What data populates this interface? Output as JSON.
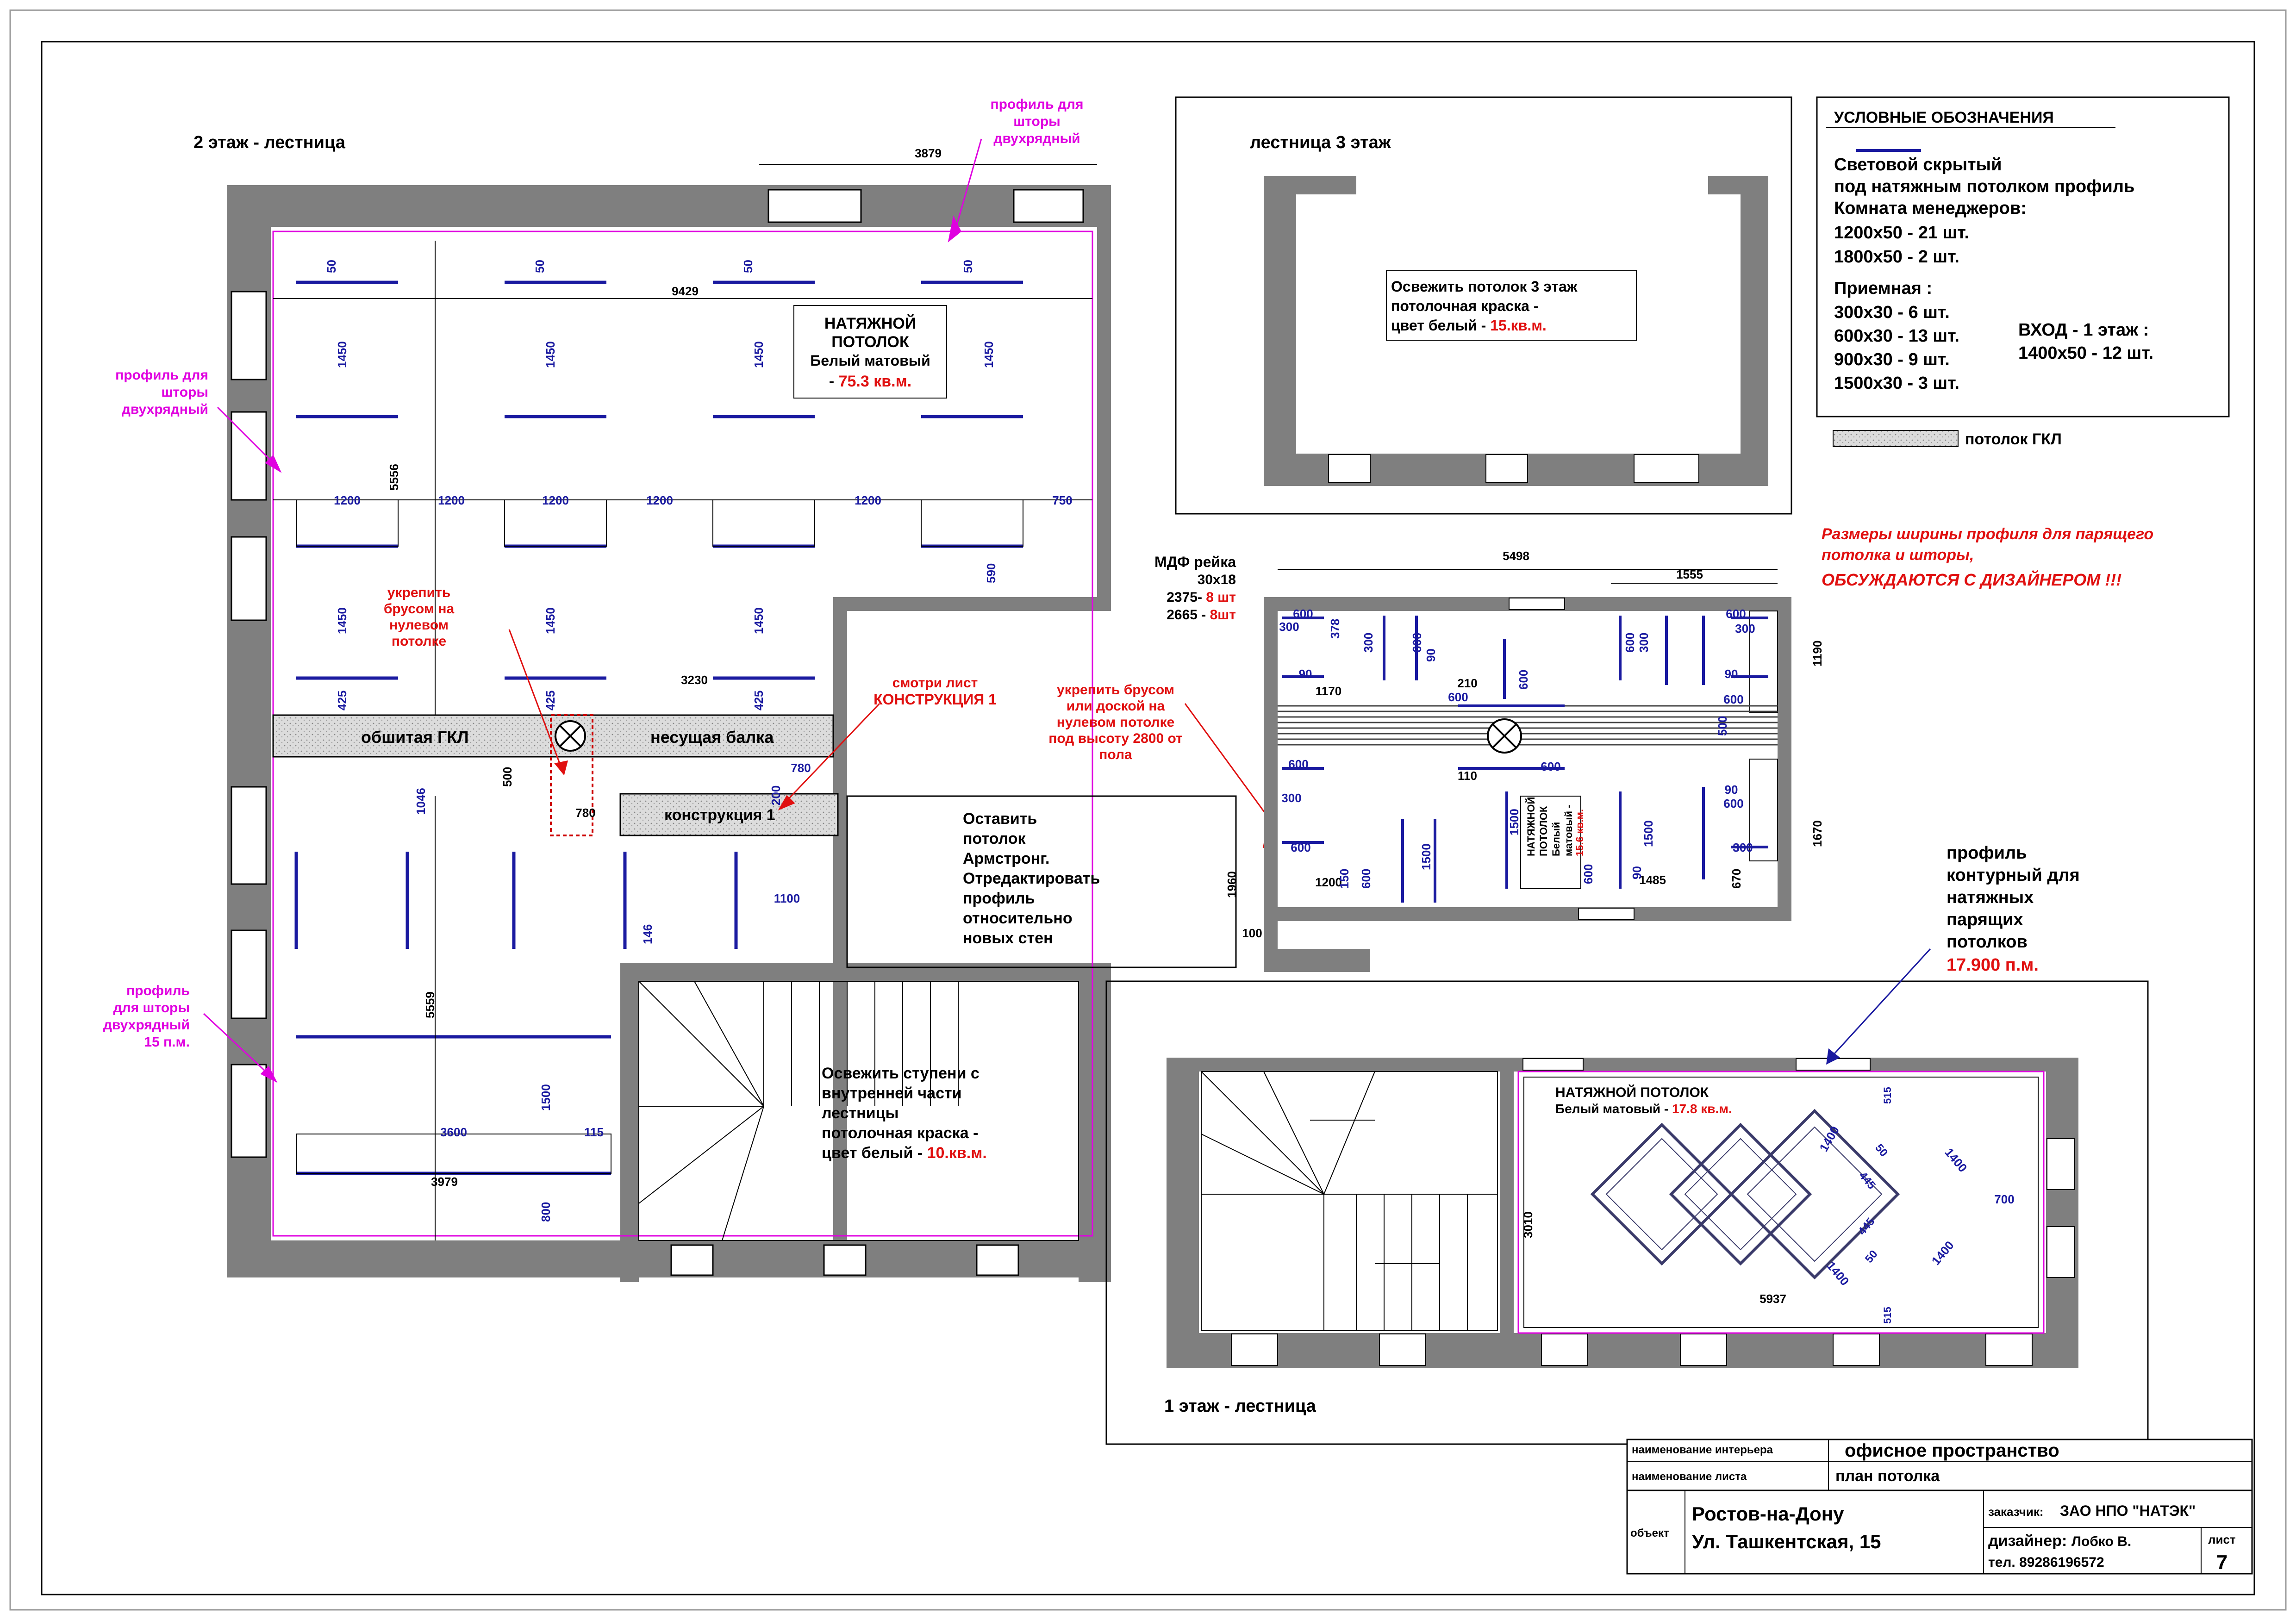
{
  "floor2": {
    "title": "2 этаж - лестница",
    "ceiling_label": [
      "НАТЯЖНОЙ",
      "ПОТОЛОК",
      "Белый матовый"
    ],
    "ceiling_area_prefix": "- ",
    "ceiling_area": "75.3 кв.м.",
    "gkl_label": "обшитая ГКЛ",
    "beam_label": "несущая балка",
    "construction_label": "конструкция 1",
    "reinforce_note": [
      "укрепить",
      "брусом на",
      "нулевом",
      "потолке"
    ],
    "see_sheet": [
      "смотри лист",
      "КОНСТРУКЦИЯ 1"
    ],
    "reinforce_note2": [
      "укрепить брусом",
      "или доской  на",
      "нулевом потолке",
      "под высоту 2800 от",
      "пола"
    ],
    "armstrong_note": [
      "Оставить",
      "потолок",
      "Армстронг.",
      "Отредактировать",
      "профиль",
      "относительно",
      "новых стен"
    ],
    "stairs_note": [
      "Освежить ступени с",
      "внутренней части",
      "лестницы",
      "потолочная краска -",
      "цвет белый - "
    ],
    "stairs_area": "10.кв.м.",
    "curtain_profile_top": [
      "профиль для",
      "шторы",
      "двухрядный"
    ],
    "curtain_profile_left": [
      "профиль для",
      "шторы",
      "двухрядный"
    ],
    "curtain_profile_bottom": [
      "профиль",
      "для шторы",
      "двухрядный",
      "15 п.м."
    ],
    "dims": [
      "3879",
      "9429",
      "5556",
      "1200",
      "1200",
      "1200",
      "1200",
      "1200",
      "750",
      "590",
      "3230",
      "1046",
      "5559",
      "3600",
      "115",
      "3979",
      "1500",
      "800",
      "1100",
      "146",
      "500",
      "780",
      "780",
      "200",
      "1960",
      "100",
      "50",
      "1450",
      "425"
    ]
  },
  "mdf": {
    "label": "МДФ рейка",
    "size": "30х18",
    "line1_prefix": "2375- ",
    "line1_count": "8 шт",
    "line2_prefix": "2665 - ",
    "line2_count": "8шт"
  },
  "reception": {
    "ceiling_label": [
      "НАТЯЖНОЙ",
      "ПОТОЛОК",
      "Белый",
      "матовый -"
    ],
    "ceiling_area": "15.6 кв.м.",
    "dims": [
      "5498",
      "1555",
      "1190",
      "1670",
      "1485",
      "670",
      "1170",
      "210",
      "110",
      "1500",
      "1200",
      "600",
      "300",
      "90",
      "500",
      "378",
      "150"
    ]
  },
  "floor3": {
    "title": "лестница 3 этаж",
    "note": [
      "Освежить потолок 3 этаж",
      "потолочная краска -",
      "цвет белый - "
    ],
    "area": "15.кв.м."
  },
  "legend": {
    "title": "УСЛОВНЫЕ ОБОЗНАЧЕНИЯ",
    "lines1": [
      "Световой скрытый",
      "под натяжным потолком профиль",
      "Комната менеджеров:",
      "1200х50 -  21 шт.",
      "1800х50 - 2 шт."
    ],
    "lines2": [
      "Приемная :",
      "300х30 -  6 шт.",
      "600х30 - 13 шт.",
      "900х30 - 9 шт.",
      "1500х30 - 3 шт."
    ],
    "entry": [
      "ВХОД - 1 этаж :",
      "1400х50 - 12 шт."
    ],
    "gkl": "потолок  ГКЛ"
  },
  "designer_note": [
    "Размеры ширины профиля для парящего",
    "потолка и шторы,",
    "ОБСУЖДАЮТСЯ С ДИЗАЙНЕРОМ !!!"
  ],
  "floor1": {
    "title": "1 этаж - лестница",
    "ceiling_label": "НАТЯЖНОЙ ПОТОЛОК",
    "ceiling_sub": "Белый матовый - ",
    "ceiling_area": "17.8 кв.м.",
    "profile_note": [
      "профиль",
      "контурный для",
      "натяжных",
      "парящих",
      "потолков"
    ],
    "profile_len": "17.900 п.м.",
    "dims": [
      "3010",
      "5937",
      "1400",
      "1400",
      "1400",
      "1400",
      "445",
      "445",
      "50",
      "50",
      "515",
      "515",
      "700"
    ]
  },
  "titleblock": {
    "row1_label": "наименование интерьера",
    "row1_value": "офисное пространство",
    "row2_label": "наименование листа",
    "row2_value": "план потолка",
    "object_label": "объект",
    "object_value": [
      "Ростов-на-Дону",
      "Ул. Ташкентская, 15"
    ],
    "client_label": "заказчик:",
    "client_value": "ЗАО НПО \"НАТЭК\"",
    "designer_label": "дизайнер:",
    "designer_value": "Лобко В.",
    "phone": "тел. 89286196572",
    "sheet_label": "лист",
    "sheet_no": "7"
  }
}
